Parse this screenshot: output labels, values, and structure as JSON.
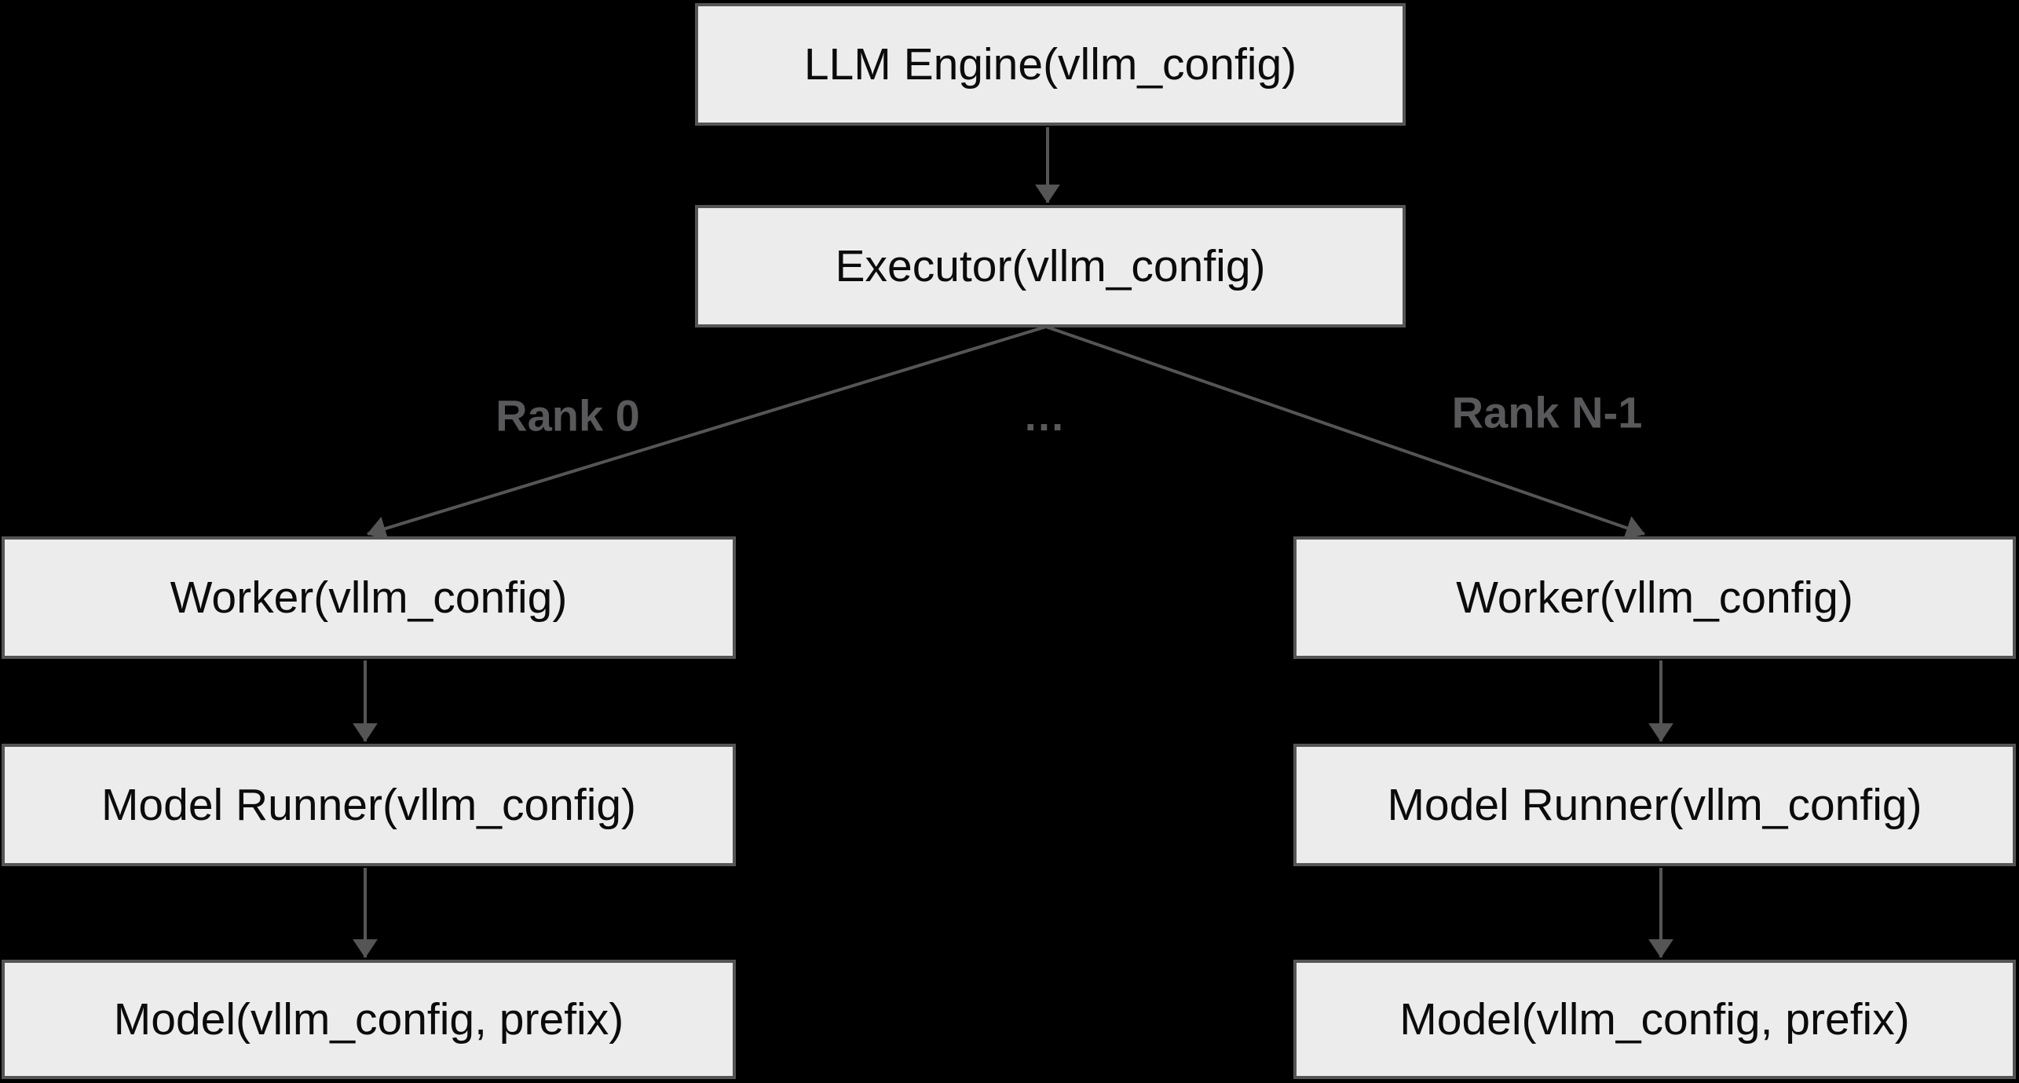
{
  "diagram": {
    "colors": {
      "bg": "#000000",
      "node_fill": "#ececec",
      "node_border": "#555555",
      "node_text": "#0b0b0b",
      "edge": "#555555",
      "edge_label": "#59595b"
    },
    "nodes": [
      {
        "id": "llm-engine",
        "label": "LLM Engine(vllm_config)"
      },
      {
        "id": "executor",
        "label": "Executor(vllm_config)"
      },
      {
        "id": "worker-rank0",
        "label": "Worker(vllm_config)"
      },
      {
        "id": "model-runner-rank0",
        "label": "Model Runner(vllm_config)"
      },
      {
        "id": "model-rank0",
        "label": "Model(vllm_config, prefix)"
      },
      {
        "id": "worker-rankn",
        "label": "Worker(vllm_config)"
      },
      {
        "id": "model-runner-rankn",
        "label": "Model Runner(vllm_config)"
      },
      {
        "id": "model-rankn",
        "label": "Model(vllm_config, prefix)"
      }
    ],
    "edge_labels": {
      "rank0": "Rank 0",
      "ellipsis": "…",
      "rankn": "Rank N-1"
    }
  }
}
